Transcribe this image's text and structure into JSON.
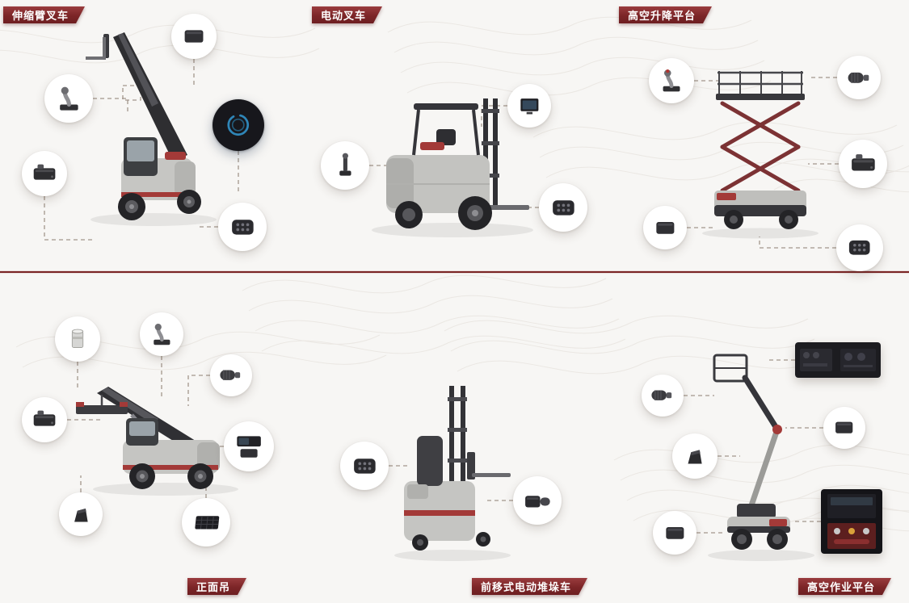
{
  "page": {
    "background": "#f7f6f4",
    "accent": "#7c2527",
    "divider_color": "#7b2626",
    "connector_color": "#a2968c"
  },
  "sections": [
    {
      "id": "telescopic-forklift",
      "label": "伸缩臂叉车",
      "label_position": "top-left",
      "vehicle": "telescopic-boom-forklift",
      "components": [
        "control-box",
        "joystick",
        "controller",
        "torque-converter-ring",
        "connector-plate"
      ]
    },
    {
      "id": "electric-forklift",
      "label": "电动叉车",
      "label_position": "top-center",
      "vehicle": "electric-counterbalance-forklift",
      "components": [
        "lever-sensor",
        "display-unit",
        "connector-plate"
      ]
    },
    {
      "id": "scissor-lift",
      "label": "高空升降平台",
      "label_position": "top-right",
      "vehicle": "scissor-lift-platform",
      "components": [
        "joystick",
        "drive-motor",
        "controller",
        "power-module",
        "connector-plate"
      ]
    },
    {
      "id": "reach-stacker",
      "label": "正面吊",
      "label_position": "bottom-left",
      "vehicle": "reach-stacker-crane",
      "components": [
        "filter-cylinder",
        "joystick",
        "controller",
        "sensor-motor",
        "control-box-pair",
        "foot-pedal",
        "heat-sink-panel"
      ]
    },
    {
      "id": "reach-truck",
      "label": "前移式电动堆垛车",
      "label_position": "bottom-center",
      "vehicle": "reach-type-electric-stacker",
      "components": [
        "connector-plate",
        "drive-unit"
      ]
    },
    {
      "id": "boom-lift",
      "label": "高空作业平台",
      "label_position": "bottom-right",
      "vehicle": "articulated-boom-lift",
      "components": [
        "drive-motor",
        "foot-pedal",
        "instrument-panel",
        "sensor-box",
        "power-module",
        "control-station"
      ]
    }
  ]
}
